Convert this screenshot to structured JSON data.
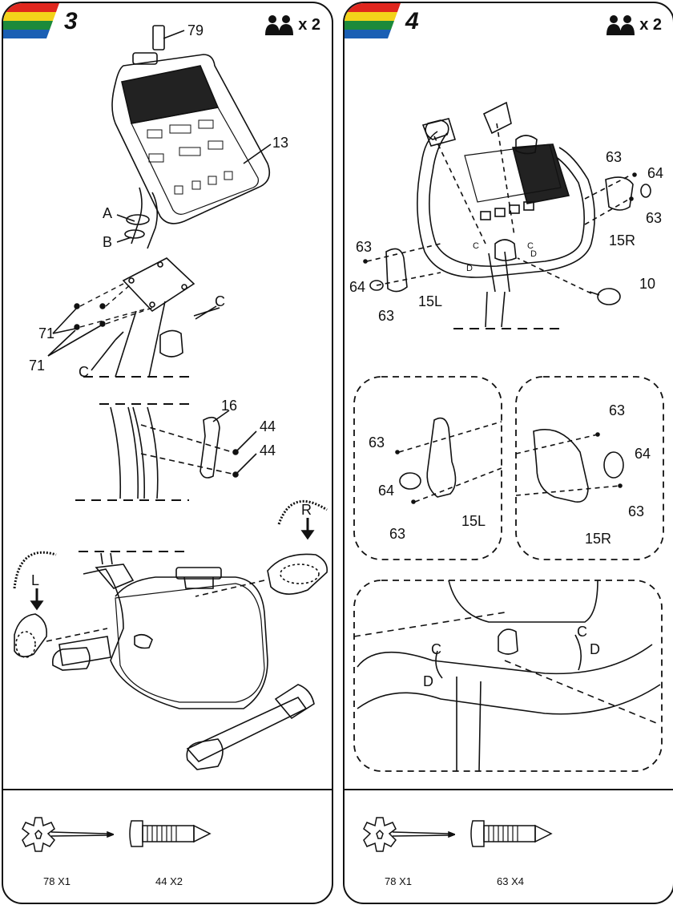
{
  "panels": [
    {
      "step": "3",
      "people": "x 2",
      "labels": {
        "p79": "79",
        "p13": "13",
        "pA": "A",
        "pB": "B",
        "pC1": "C",
        "p71a": "71",
        "p71b": "71",
        "pC2": "C",
        "p16": "16",
        "p44a": "44",
        "p44b": "44",
        "pR": "R",
        "pL": "L"
      },
      "parts": [
        {
          "label": "78 X1",
          "icon": "multi-wrench-icon"
        },
        {
          "label": "44 X2",
          "icon": "bolt-icon"
        }
      ]
    },
    {
      "step": "4",
      "people": "x 2",
      "labels": {
        "p63a": "63",
        "p64a": "64",
        "p63b": "63",
        "p15R": "15R",
        "p63c": "63",
        "p64b": "64",
        "p63d": "63",
        "p15L": "15L",
        "p10": "10",
        "pC1": "C",
        "pC2": "C",
        "pD1": "D",
        "pD2": "D",
        "z1_63a": "63",
        "z1_64": "64",
        "z1_63b": "63",
        "z1_15L": "15L",
        "z2_63a": "63",
        "z2_64": "64",
        "z2_63b": "63",
        "z2_15R": "15R",
        "z3_C1": "C",
        "z3_D1": "D",
        "z3_C2": "C",
        "z3_D2": "D"
      },
      "parts": [
        {
          "label": "78 X1",
          "icon": "multi-wrench-icon"
        },
        {
          "label": "63 X4",
          "icon": "bolt-icon"
        }
      ]
    }
  ],
  "colors": {
    "stripe1": "#e0261d",
    "stripe2": "#f3d21a",
    "stripe3": "#1c8a3b",
    "stripe4": "#1a5fb4",
    "ink": "#111111"
  }
}
